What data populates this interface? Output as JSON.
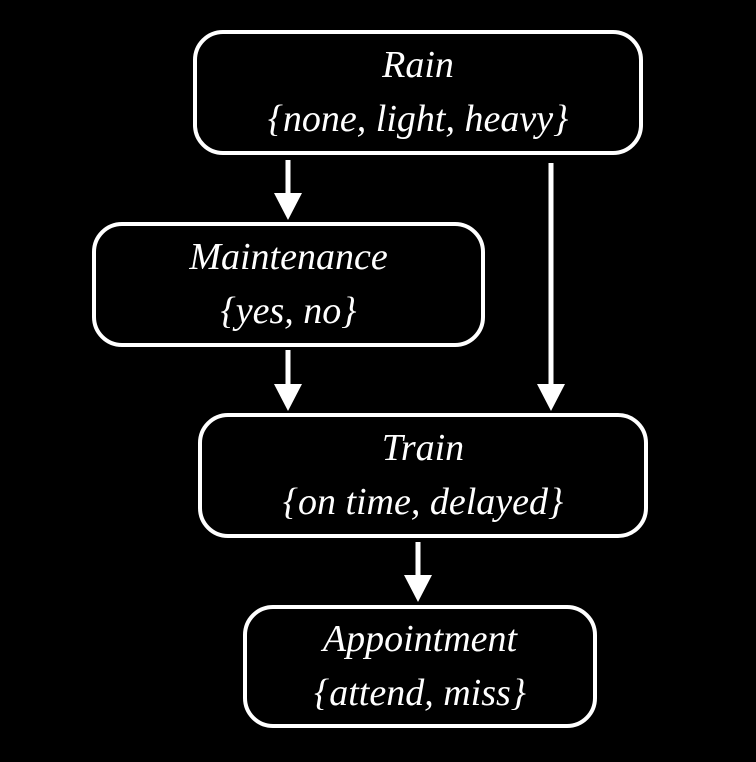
{
  "diagram": {
    "type": "bayesian-network",
    "background_color": "#000000",
    "node_border_color": "#ffffff",
    "text_color": "#ffffff",
    "nodes": [
      {
        "name": "Rain",
        "domain": "{none, light, heavy}"
      },
      {
        "name": "Maintenance",
        "domain": "{yes, no}"
      },
      {
        "name": "Train",
        "domain": "{on time, delayed}"
      },
      {
        "name": "Appointment",
        "domain": "{attend, miss}"
      }
    ],
    "edges": [
      {
        "from": "Rain",
        "to": "Maintenance"
      },
      {
        "from": "Rain",
        "to": "Train"
      },
      {
        "from": "Maintenance",
        "to": "Train"
      },
      {
        "from": "Train",
        "to": "Appointment"
      }
    ]
  }
}
